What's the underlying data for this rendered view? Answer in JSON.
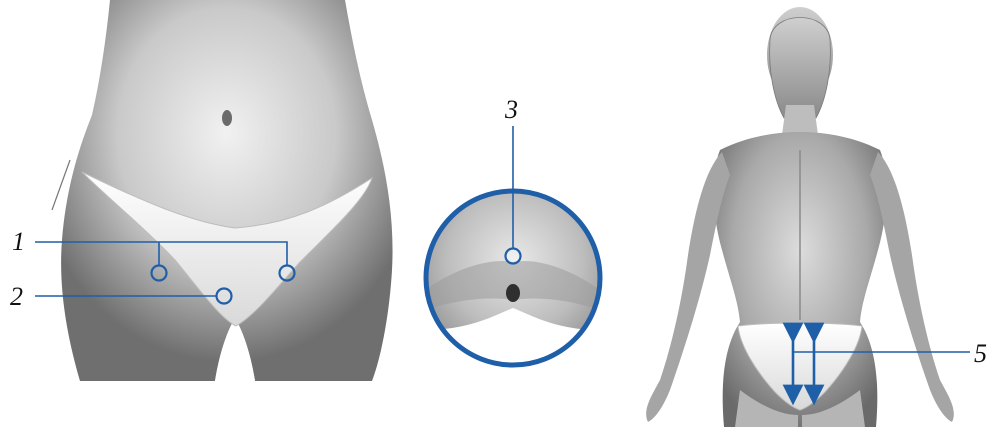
{
  "labels": {
    "marker_1": "1",
    "marker_2": "2",
    "marker_3": "3",
    "marker_5": "5"
  },
  "colors": {
    "accent": "#1f5fa8",
    "skin_light": "#e6e6e6",
    "skin_mid": "#b9b9b9",
    "skin_dark": "#7a7a7a",
    "fabric": "#f2f2f2"
  }
}
